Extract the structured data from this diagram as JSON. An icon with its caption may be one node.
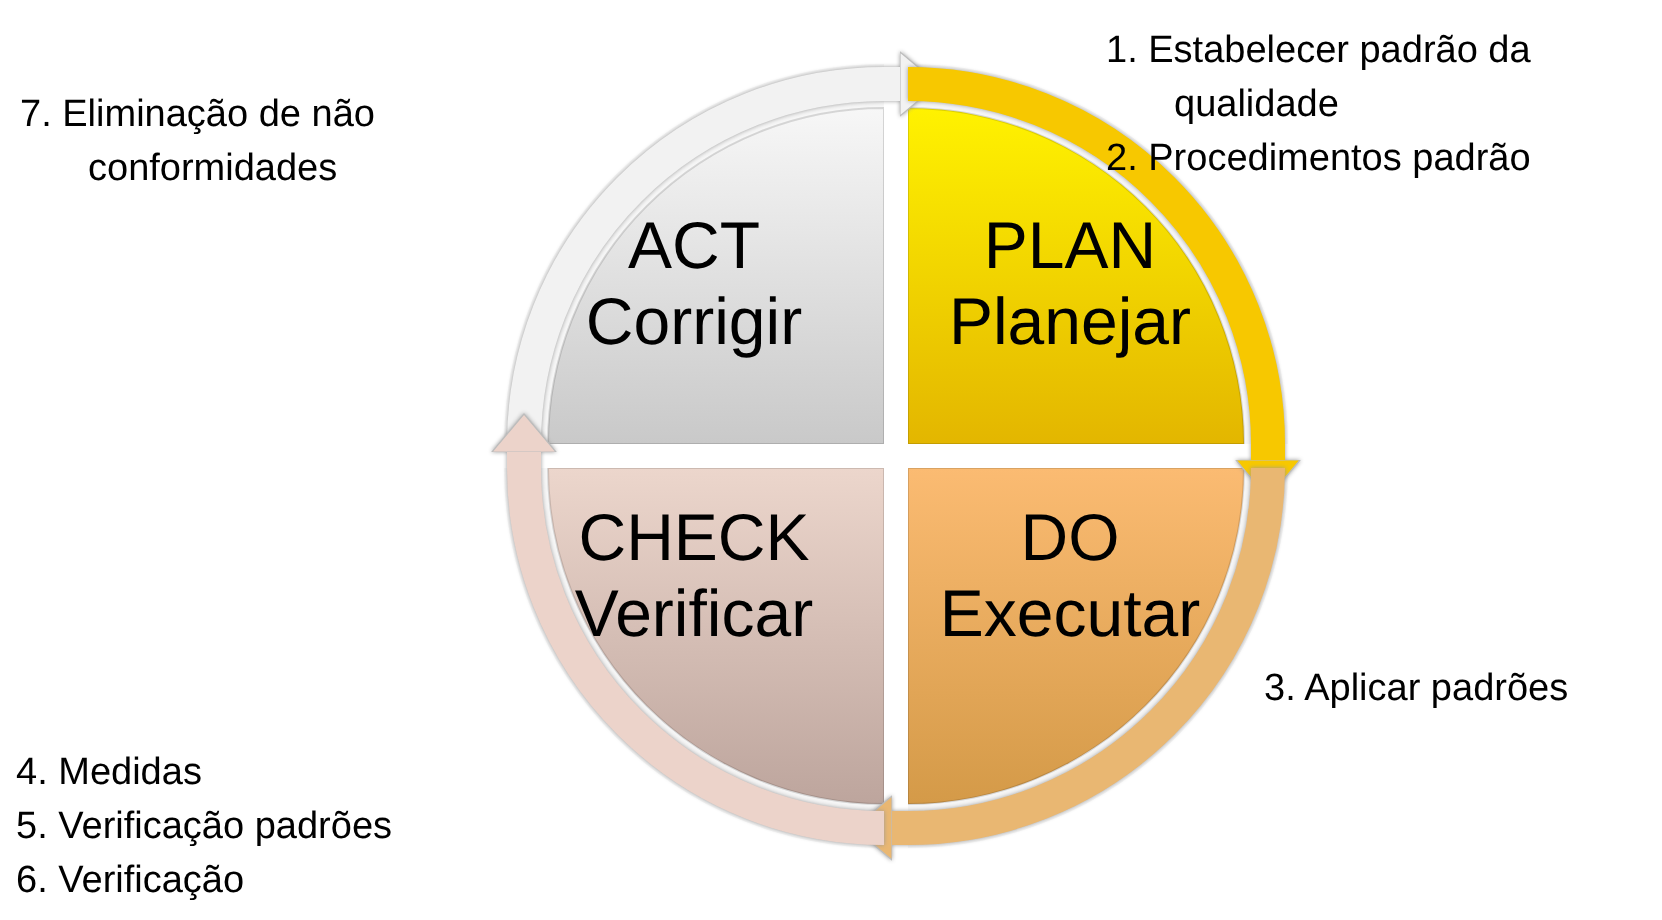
{
  "diagram": {
    "nodes": [
      {
        "text": [
          "ACT",
          "Corrigir"
        ]
      },
      {
        "text": [
          "PLAN",
          "Planejar"
        ],
        "beside": [
          "1. Estabelecer padrão da qualidade",
          "2. Procedimentos padrão"
        ]
      },
      {
        "text": [
          "CHECK",
          "Verificar"
        ],
        "beside": [
          "4. Medidas",
          "5. Verificação padrões",
          "6. Verificação"
        ]
      },
      {
        "text": [
          "DO",
          "Executar"
        ],
        "beside": [
          "3. Aplicar padrões"
        ]
      }
    ],
    "edges": [
      {
        "from": 0,
        "to": 1,
        "arrow": "to",
        "color": "#f2f2f2"
      },
      {
        "from": 1,
        "to": 3,
        "arrow": "to",
        "color": "#f7c800"
      },
      {
        "from": 3,
        "to": 2,
        "arrow": "to",
        "color": "#e9b772"
      },
      {
        "from": 2,
        "to": 0,
        "arrow": "to",
        "color": "#ecd3ca"
      }
    ],
    "labels": [
      "7. Eliminação de não conformidades"
    ]
  }
}
